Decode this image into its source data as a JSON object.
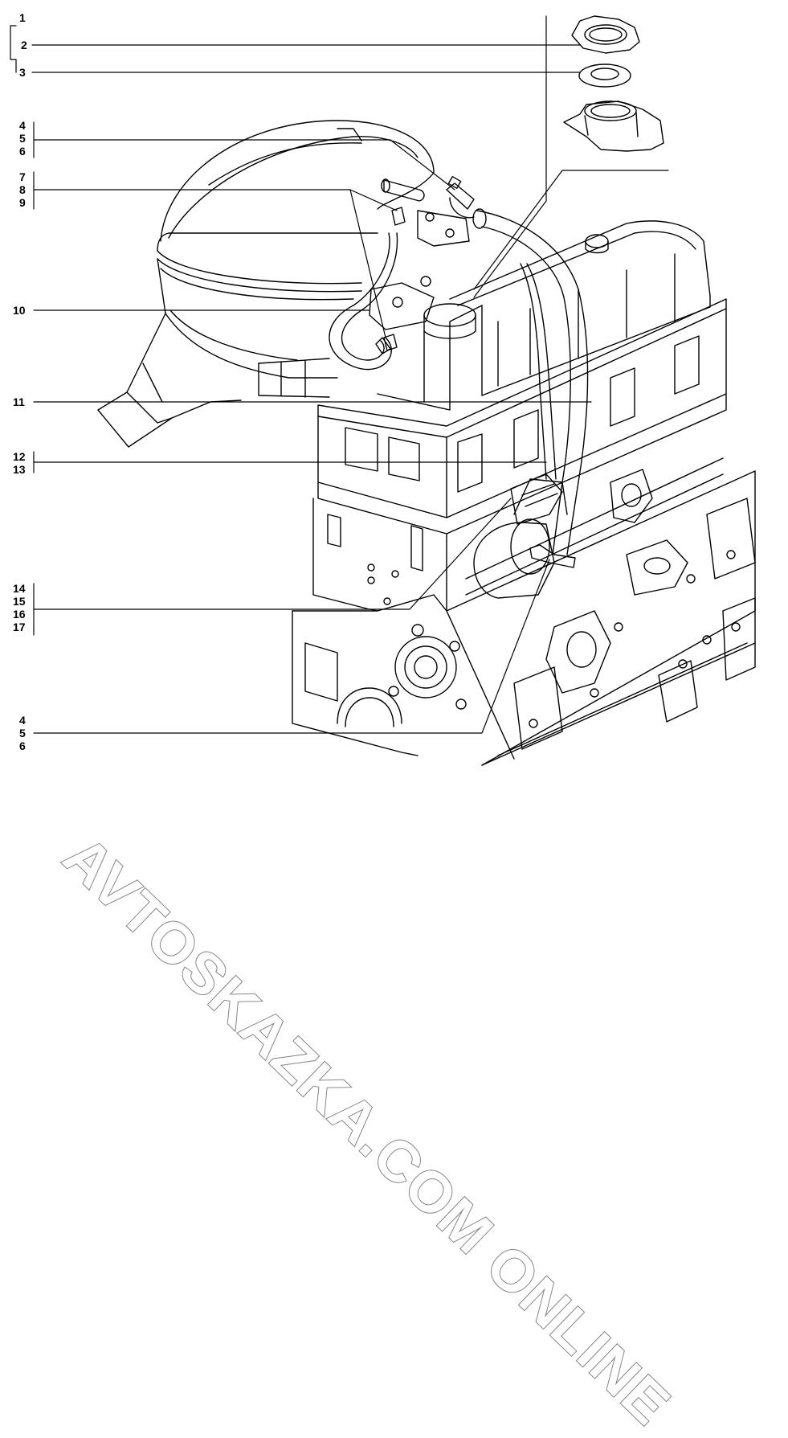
{
  "callouts": [
    {
      "lines": [
        "1",
        "2",
        "3"
      ]
    },
    {
      "lines": [
        "4",
        "5",
        "6"
      ]
    },
    {
      "lines": [
        "7",
        "8",
        "9"
      ]
    },
    {
      "lines": [
        "10"
      ]
    },
    {
      "lines": [
        "11"
      ]
    },
    {
      "lines": [
        "12",
        "13"
      ]
    },
    {
      "lines": [
        "14",
        "15",
        "16",
        "17"
      ]
    },
    {
      "lines": [
        "4",
        "5",
        "6"
      ]
    }
  ],
  "watermark": "AVTOSKAZKA.COM ONLINE"
}
